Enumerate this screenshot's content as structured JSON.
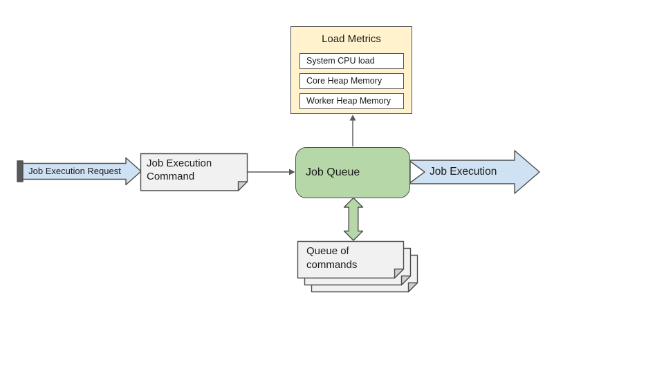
{
  "colors": {
    "canvas-bg": "#ffffff",
    "blue-fill": "#cfe2f3",
    "green-fill": "#b6d7a8",
    "yellow-fill": "#fff2cc",
    "gray-fill": "#f1f1f1",
    "fold-fill": "#cfcfcf",
    "stripe-fill": "#595959",
    "shape-stroke": "#4d4d4d",
    "connector-stroke": "#595959",
    "text-color": "#1a1a1a"
  },
  "nodes": {
    "request_arrow": {
      "label": "Job Execution Request"
    },
    "command_note": {
      "label": "Job Execution Command"
    },
    "job_queue": {
      "label": "Job Queue"
    },
    "load_metrics": {
      "title": "Load Metrics",
      "items": [
        "System CPU load",
        "Core Heap Memory",
        "Worker Heap Memory"
      ]
    },
    "execution_arrow": {
      "label": "Job Execution"
    },
    "command_stack": {
      "label": "Queue of commands"
    }
  }
}
